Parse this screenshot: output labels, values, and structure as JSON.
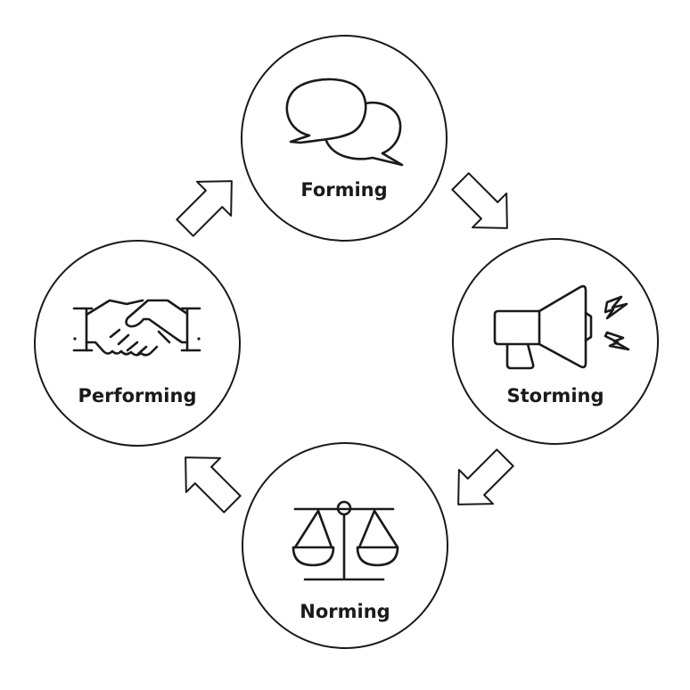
{
  "stages": [
    {
      "label": "Forming",
      "icon": "speech-bubbles-icon"
    },
    {
      "label": "Storming",
      "icon": "megaphone-icon"
    },
    {
      "label": "Norming",
      "icon": "balance-scale-icon"
    },
    {
      "label": "Performing",
      "icon": "handshake-icon"
    }
  ],
  "colors": {
    "stroke": "#1a1a1a",
    "background": "#ffffff"
  }
}
